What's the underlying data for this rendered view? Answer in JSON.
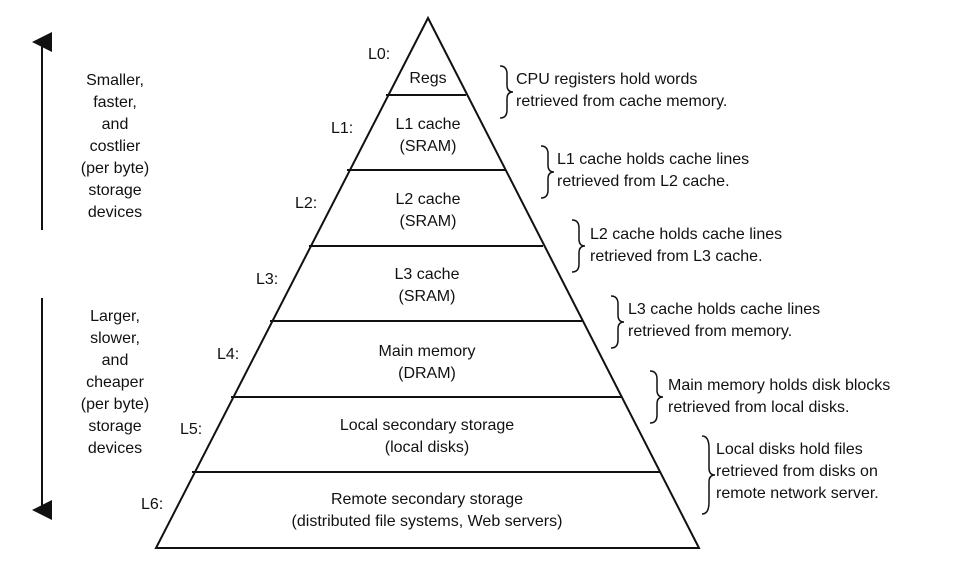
{
  "side_labels": {
    "top": "Smaller,\nfaster,\nand\ncostlier\n(per byte)\nstorage\ndevices",
    "bottom": "Larger,\nslower,\nand\ncheaper\n(per byte)\nstorage\ndevices"
  },
  "levels": [
    {
      "label": "L0:",
      "title": "Regs",
      "description": "CPU registers hold words\nretrieved from cache memory."
    },
    {
      "label": "L1:",
      "title": "L1 cache\n(SRAM)",
      "description": "L1 cache holds cache lines\nretrieved from L2 cache."
    },
    {
      "label": "L2:",
      "title": "L2 cache\n(SRAM)",
      "description": "L2 cache holds cache lines\nretrieved from L3 cache."
    },
    {
      "label": "L3:",
      "title": "L3 cache\n(SRAM)",
      "description": "L3 cache holds cache lines\nretrieved from memory."
    },
    {
      "label": "L4:",
      "title": "Main memory\n(DRAM)",
      "description": "Main memory holds disk blocks\nretrieved from local disks."
    },
    {
      "label": "L5:",
      "title": "Local secondary storage\n(local disks)",
      "description": "Local disks hold files\nretrieved from disks on\nremote network server."
    },
    {
      "label": "L6:",
      "title": "Remote secondary storage\n(distributed file systems, Web servers)",
      "description": ""
    }
  ],
  "colors": {
    "stroke": "#111111",
    "background": "#ffffff"
  }
}
